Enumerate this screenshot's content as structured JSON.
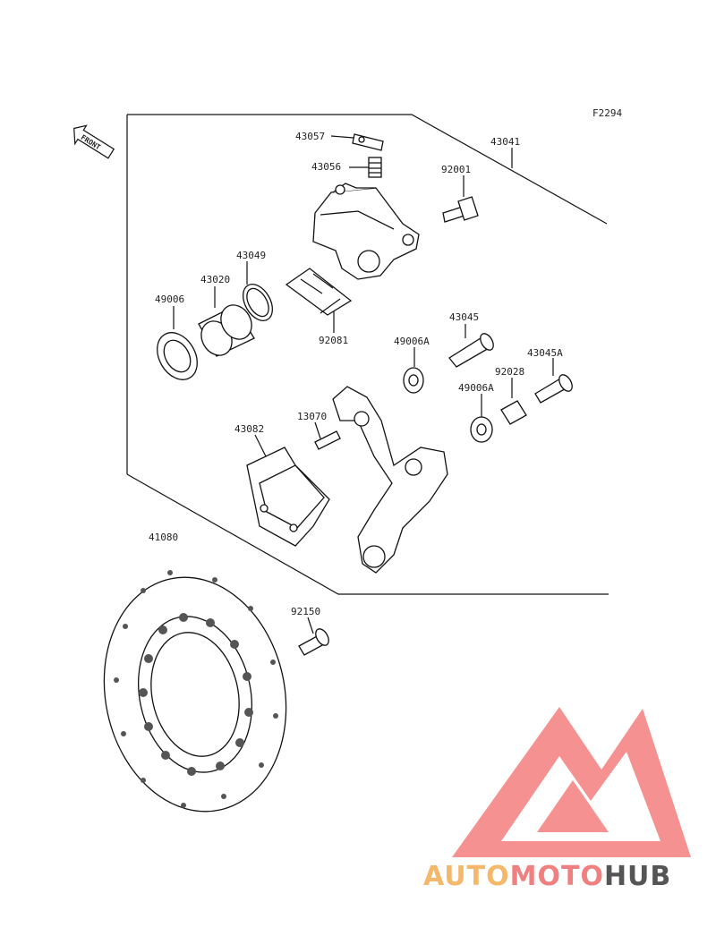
{
  "diagram": {
    "code": "F2294",
    "front_badge": "FRONT",
    "part_numbers": {
      "p43057": "43057",
      "p43056": "43056",
      "p43041": "43041",
      "p92001": "92001",
      "p43049": "43049",
      "p43020": "43020",
      "p49006": "49006",
      "p92081": "92081",
      "p43045": "43045",
      "p49006A_1": "49006A",
      "p43045A": "43045A",
      "p92028": "92028",
      "p49006A_2": "49006A",
      "p13070": "13070",
      "p43082": "43082",
      "p41080": "41080",
      "p92150": "92150"
    }
  },
  "watermark": {
    "part1": "AUTO",
    "part2": "MOTO",
    "part3": "HUB",
    "colors": {
      "auto": "#f5b86a",
      "moto": "#f08080",
      "hub": "#555555",
      "logo": "#f26d6d"
    }
  }
}
